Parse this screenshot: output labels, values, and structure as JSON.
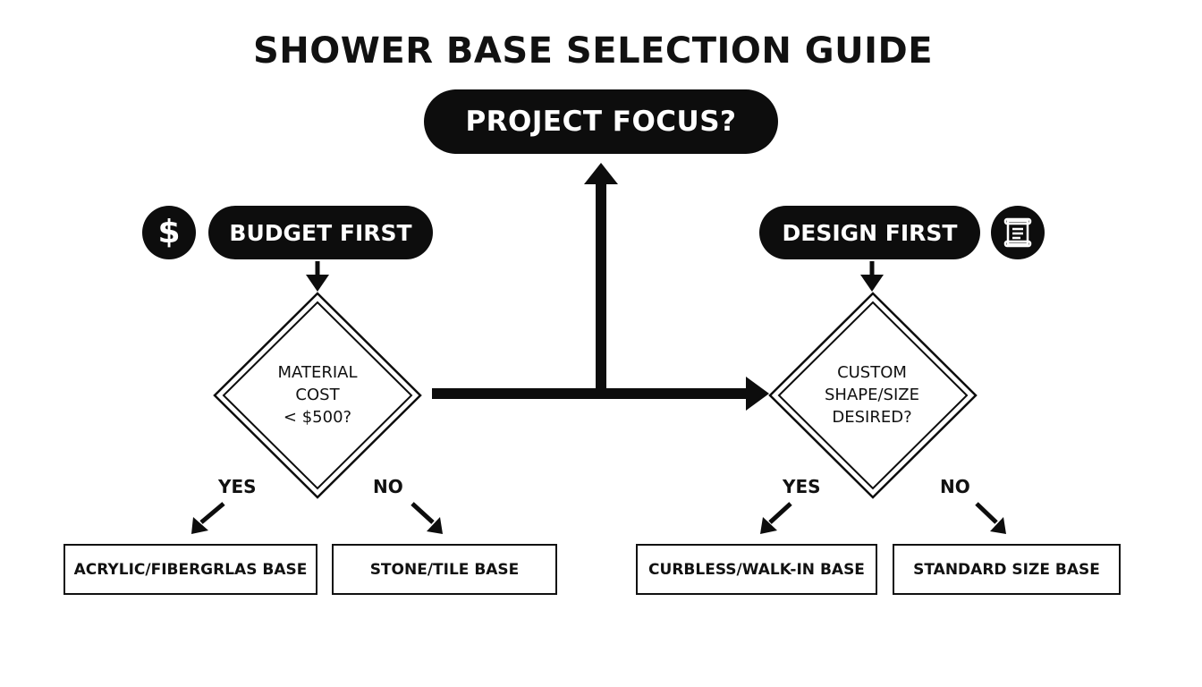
{
  "title": "SHOWER BASE SELECTION GUIDE",
  "top_node": {
    "label": "PROJECT FOCUS?"
  },
  "left_branch": {
    "label": "BUDGET FIRST",
    "icon": "dollar-icon",
    "icon_glyph": "$",
    "decision": {
      "lines": [
        "MATERIAL",
        "COST",
        "< $500?"
      ]
    },
    "yes_label": "YES",
    "no_label": "NO",
    "yes_result": "ACRYLIC/FIBERGRLAS BASE",
    "no_result": "STONE/TILE BASE"
  },
  "right_branch": {
    "label": "DESIGN FIRST",
    "icon": "scroll-icon",
    "decision": {
      "lines": [
        "CUSTOM",
        "SHAPE/SIZE",
        "DESIRED?"
      ]
    },
    "yes_label": "YES",
    "no_label": "NO",
    "yes_result": "CURBLESS/WALK-IN BASE",
    "no_result": "STANDARD SIZE BASE"
  },
  "colors": {
    "ink": "#0d0d0d",
    "background": "#ffffff",
    "pill_text": "#ffffff"
  }
}
